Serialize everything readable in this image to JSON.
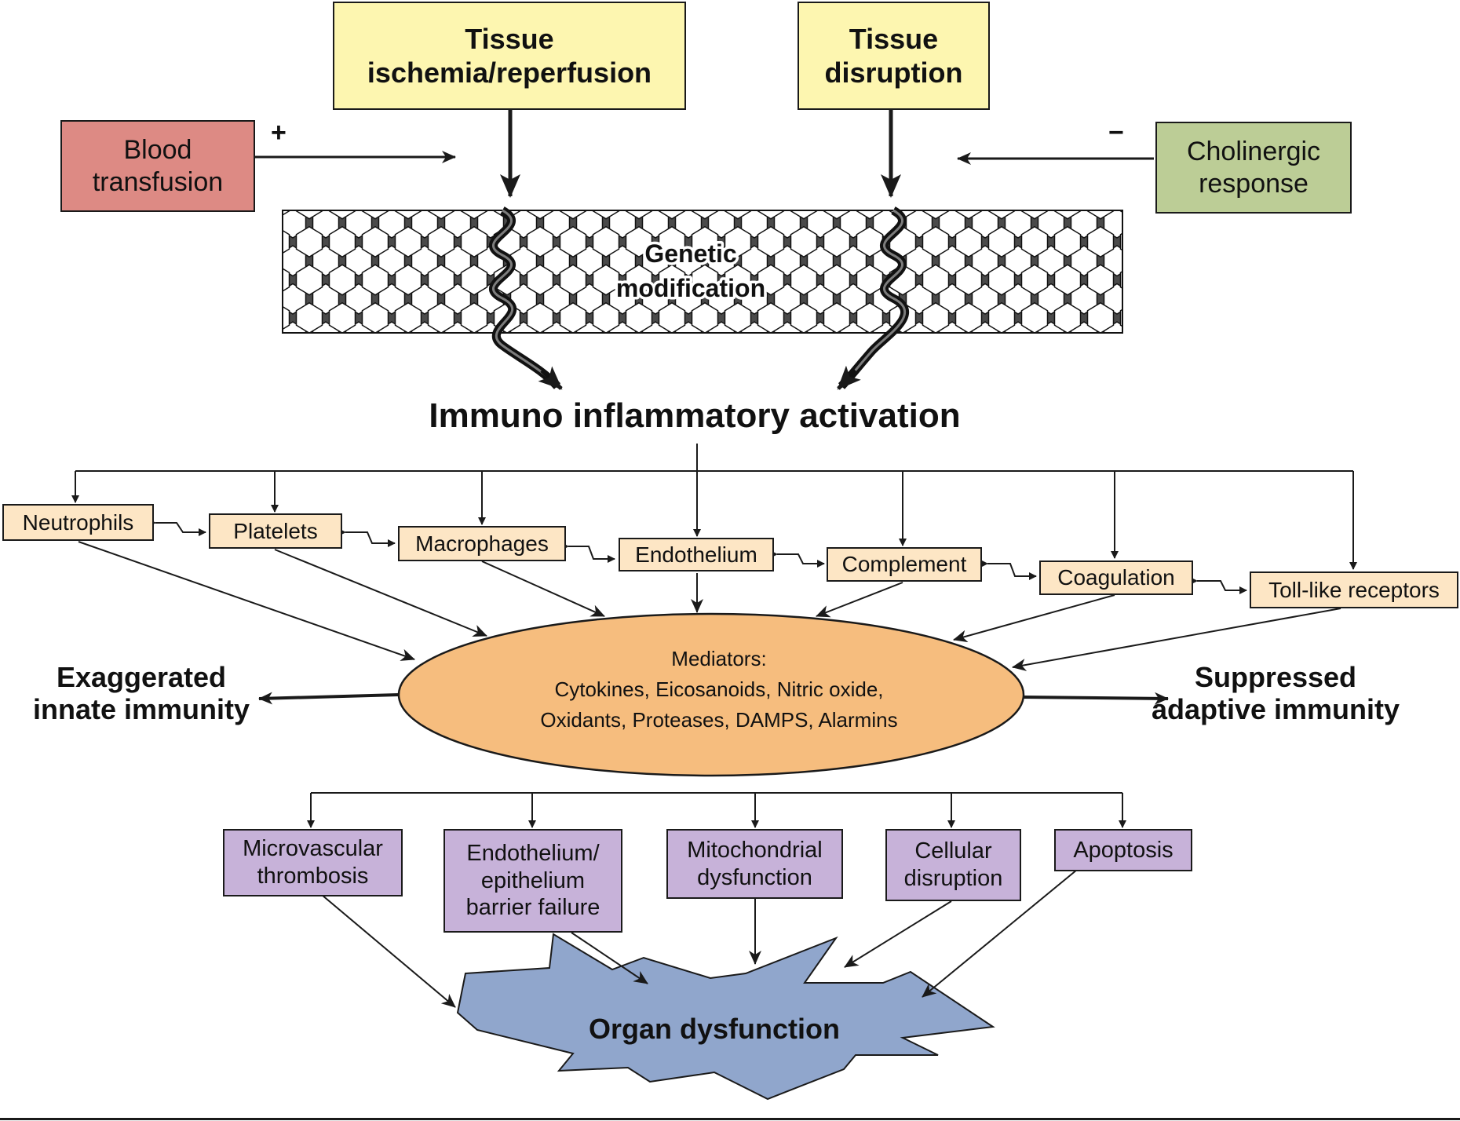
{
  "colors": {
    "yellow_box": "#fdf6b0",
    "red_box": "#dd8a84",
    "green_box": "#bccd96",
    "cell_box": "#fde6c5",
    "ellipse": "#f6bd7e",
    "outcome_box": "#c7b2d9",
    "burst": "#90a6cc",
    "line": "#1a1a1a"
  },
  "triggers": {
    "ischemia": [
      "Tissue",
      "ischemia/reperfusion"
    ],
    "disruption": [
      "Tissue",
      "disruption"
    ]
  },
  "modulators": {
    "blood": {
      "lines": [
        "Blood",
        "transfusion"
      ],
      "sign": "+"
    },
    "cholinergic": {
      "lines": [
        "Cholinergic",
        "response"
      ],
      "sign": "−"
    }
  },
  "genetic": [
    "Genetic",
    "modification"
  ],
  "activation": "Immuno inflammatory activation",
  "cells": [
    "Neutrophils",
    "Platelets",
    "Macrophages",
    "Endothelium",
    "Complement",
    "Coagulation",
    "Toll-like receptors"
  ],
  "mediators": [
    "Mediators:",
    "Cytokines, Eicosanoids, Nitric oxide,",
    "Oxidants, Proteases, DAMPS, Alarmins"
  ],
  "innate": [
    "Exaggerated",
    "innate immunity"
  ],
  "adaptive": [
    "Suppressed",
    "adaptive immunity"
  ],
  "outcomes": [
    [
      "Microvascular",
      "thrombosis"
    ],
    [
      "Endothelium/",
      "epithelium",
      "barrier failure"
    ],
    [
      "Mitochondrial",
      "dysfunction"
    ],
    [
      "Cellular",
      "disruption"
    ],
    [
      "Apoptosis"
    ]
  ],
  "organ": "Organ dysfunction"
}
